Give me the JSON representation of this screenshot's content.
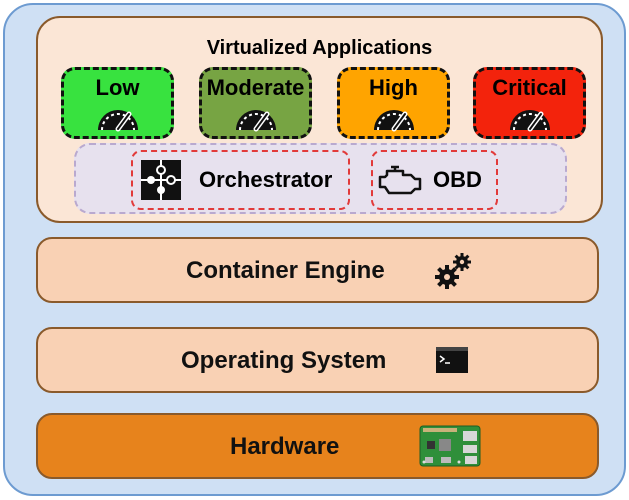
{
  "diagram": {
    "virtualized_apps": {
      "title": "Virtualized Applications",
      "criticality_levels": [
        {
          "label": "Low",
          "color": "#38e23f"
        },
        {
          "label": "Moderate",
          "color": "#77a443"
        },
        {
          "label": "High",
          "color": "#ffa400"
        },
        {
          "label": "Critical",
          "color": "#f3230c"
        }
      ],
      "components": [
        {
          "label": "Orchestrator",
          "icon": "puzzle-icon"
        },
        {
          "label": "OBD",
          "icon": "engine-icon"
        }
      ]
    },
    "layers": [
      {
        "label": "Container Engine",
        "icon": "gears-icon",
        "color": "#f9d1b4"
      },
      {
        "label": "Operating System",
        "icon": "terminal-icon",
        "color": "#f9d1b4"
      },
      {
        "label": "Hardware",
        "icon": "circuit-board-icon",
        "color": "#e7831c"
      }
    ]
  }
}
